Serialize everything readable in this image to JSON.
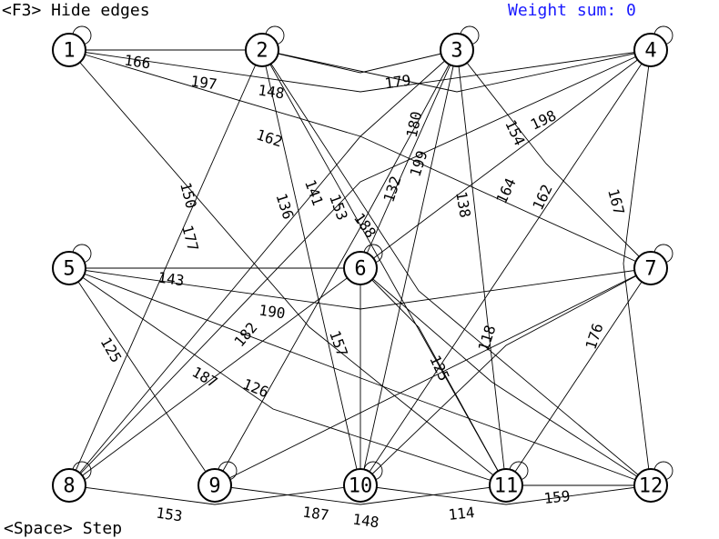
{
  "hud": {
    "edges_hint": "<F3> Hide edges",
    "step_hint": "<Space> Step",
    "weight_sum_text": "Weight sum: 0"
  },
  "colors": {
    "weight_sum": "#1a1aff",
    "edge": "#000000",
    "node_fill": "#ffffff"
  },
  "graph": {
    "nodes": [
      {
        "id": 1,
        "label": "1"
      },
      {
        "id": 2,
        "label": "2"
      },
      {
        "id": 3,
        "label": "3"
      },
      {
        "id": 4,
        "label": "4"
      },
      {
        "id": 5,
        "label": "5"
      },
      {
        "id": 6,
        "label": "6"
      },
      {
        "id": 7,
        "label": "7"
      },
      {
        "id": 8,
        "label": "8"
      },
      {
        "id": 9,
        "label": "9"
      },
      {
        "id": 10,
        "label": "10"
      },
      {
        "id": 11,
        "label": "11"
      },
      {
        "id": 12,
        "label": "12"
      }
    ],
    "weight_labels": [
      "166",
      "197",
      "148",
      "179",
      "162",
      "180",
      "154",
      "198",
      "150",
      "177",
      "136",
      "141",
      "153",
      "199",
      "132",
      "188",
      "138",
      "164",
      "162",
      "167",
      "143",
      "190",
      "182",
      "157",
      "118",
      "176",
      "125",
      "187",
      "126",
      "125",
      "153",
      "187",
      "148",
      "114",
      "159"
    ]
  }
}
